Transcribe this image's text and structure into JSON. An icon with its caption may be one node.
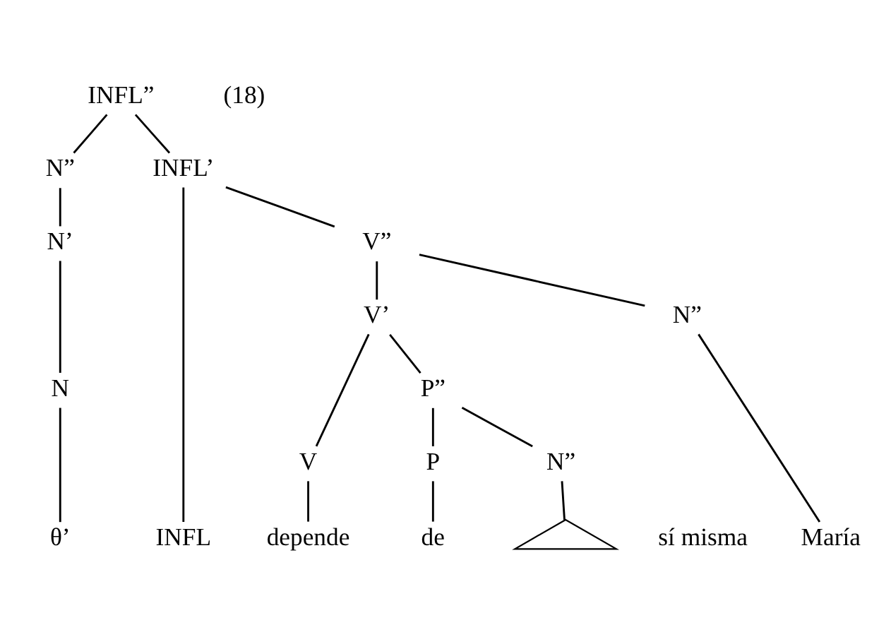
{
  "diagram": {
    "nodes": [
      {
        "text": [
          "INFL”"
        ]
      },
      {
        "text": [
          "N”"
        ]
      },
      {
        "text": [
          "INFL’"
        ]
      },
      {
        "text": [
          "N’"
        ]
      },
      {
        "text": [
          "INFL"
        ]
      },
      {
        "text": [
          "V”"
        ]
      },
      {
        "text": [
          "N"
        ]
      },
      {
        "text": [
          "V’"
        ]
      },
      {
        "text": [
          "N”"
        ]
      },
      {
        "text": [
          "V"
        ]
      },
      {
        "text": [
          "P”"
        ]
      },
      {
        "text": [
          "P"
        ]
      },
      {
        "text": [
          "N”"
        ]
      },
      {
        "text": [],
        "shape": "triangle",
        "beside": [
          "sí misma"
        ]
      },
      {
        "text": [
          "θ’"
        ]
      },
      {
        "text": [
          "depende"
        ]
      },
      {
        "text": [
          "de"
        ]
      },
      {
        "text": [
          "María"
        ]
      }
    ],
    "edges": [
      {
        "from": 0,
        "to": 1,
        "arrow": "none"
      },
      {
        "from": 0,
        "to": 2,
        "arrow": "none"
      },
      {
        "from": 1,
        "to": 3,
        "arrow": "none"
      },
      {
        "from": 3,
        "to": 6,
        "arrow": "none"
      },
      {
        "from": 6,
        "to": 14,
        "arrow": "none"
      },
      {
        "from": 2,
        "to": 4,
        "arrow": "none"
      },
      {
        "from": 2,
        "to": 5,
        "arrow": "none"
      },
      {
        "from": 5,
        "to": 7,
        "arrow": "none"
      },
      {
        "from": 5,
        "to": 8,
        "arrow": "none"
      },
      {
        "from": 7,
        "to": 9,
        "arrow": "none"
      },
      {
        "from": 7,
        "to": 10,
        "arrow": "none"
      },
      {
        "from": 9,
        "to": 15,
        "arrow": "none"
      },
      {
        "from": 10,
        "to": 11,
        "arrow": "none"
      },
      {
        "from": 10,
        "to": 12,
        "arrow": "none"
      },
      {
        "from": 11,
        "to": 16,
        "arrow": "none"
      },
      {
        "from": 12,
        "to": 13,
        "arrow": "none"
      },
      {
        "from": 8,
        "to": 17,
        "arrow": "none"
      }
    ],
    "labels": [
      "(18)"
    ]
  }
}
